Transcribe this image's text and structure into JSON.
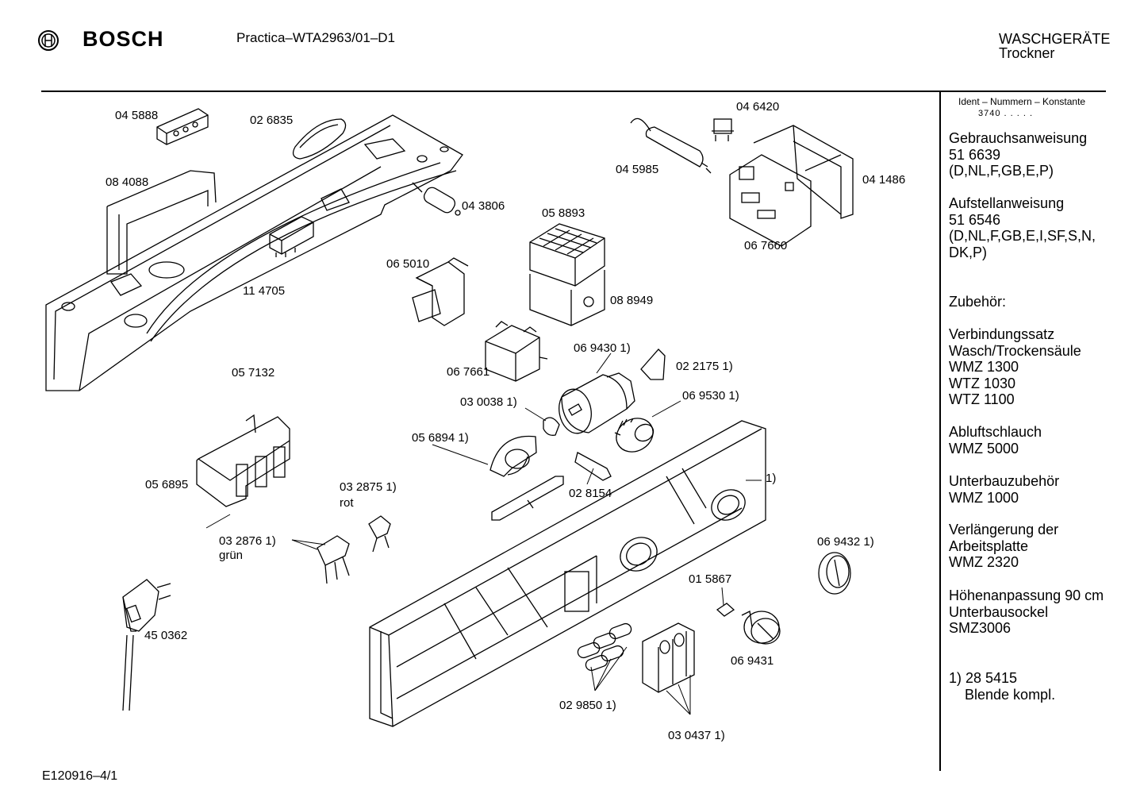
{
  "header": {
    "brand": "BOSCH",
    "model": "Practica–WTA2963/01–D1",
    "category": "WASCHGERÄTE",
    "subcategory": "Trockner"
  },
  "footer": {
    "drawing_id": "E120916–4/1"
  },
  "parts": {
    "p045888": "04 5888",
    "p026835": "02 6835",
    "p084088": "08 4088",
    "p114705": "11 4705",
    "p043806": "04 3806",
    "p058893": "05 8893",
    "p065010": "06 5010",
    "p088949": "08 8949",
    "p067661": "06 7661",
    "p046420": "04 6420",
    "p045985": "04 5985",
    "p041486": "04 1486",
    "p067660": "06 7660",
    "p057132": "05 7132",
    "p056895": "05 6895",
    "p069430": "06 9430 1)",
    "p022175": "02 2175 1)",
    "p069530": "06 9530 1)",
    "p030038": "03 0038 1)",
    "p056894": "05 6894 1)",
    "p032875": "03 2875 1)",
    "p032875_note": "rot",
    "p028154": "02 8154",
    "p_panel": "1)",
    "p032876": "03 2876 1)",
    "p032876_note": "grün",
    "p069432": "06 9432 1)",
    "p015867": "01 5867",
    "p450362": "45 0362",
    "p069431": "06 9431",
    "p029850": "02 9850 1)",
    "p030437": "03 0437 1)"
  },
  "sidebar": {
    "ident_title": "Ident – Nummern – Konstante",
    "ident_value": "3740 . . . . .",
    "sections": [
      "Gebrauchsanweisung\n51 6639\n(D,NL,F,GB,E,P)",
      "Aufstellanweisung\n51 6546\n(D,NL,F,GB,E,I,SF,S,N,\nDK,P)",
      "Zubehör:",
      "Verbindungssatz\nWasch/Trockensäule\nWMZ 1300\nWTZ 1030\nWTZ 1100",
      "Abluftschlauch\nWMZ 5000",
      "Unterbauzubehör\nWMZ 1000",
      "Verlängerung der\nArbeitsplatte\nWMZ 2320",
      "Höhenanpassung 90 cm\nUnterbausockel\nSMZ3006",
      "1) 28 5415\n    Blende kompl."
    ]
  }
}
